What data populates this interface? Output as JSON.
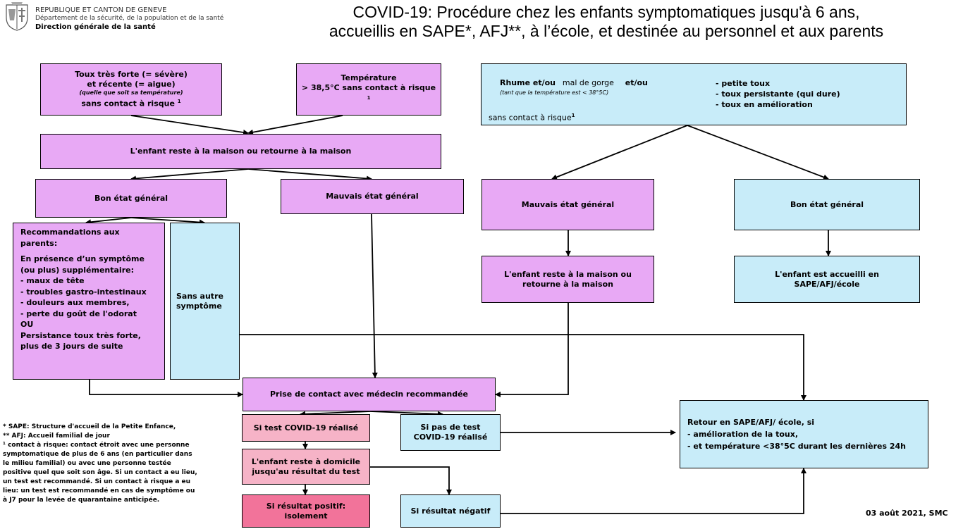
{
  "header": {
    "institution_lines": [
      "REPUBLIQUE ET CANTON DE GENEVE",
      "Département de la sécurité, de la population et de la santé",
      "Direction générale de la santé"
    ],
    "title_lines": [
      "COVID-19: Procédure chez les enfants symptomatiques jusqu'à 6 ans,",
      "accueillis en SAPE*, AFJ**, à l’école, et destinée au personnel et aux parents"
    ]
  },
  "boxes": {
    "toux": {
      "l1": "Toux très forte (= sévère)",
      "l2": "et récente (= aigue)",
      "l3": "(quelle que soit sa température)",
      "l4": "sans contact à risque ",
      "sup": "1"
    },
    "temp": {
      "l1": "Température",
      "l2": "> 38,5°C sans contact à risque ",
      "sup": "1"
    },
    "rhume": {
      "a": "Rhume et/ou",
      "b": "mal de gorge",
      "c": "et/ou",
      "note": "(tant que la température est < 38°5C)",
      "contact": "sans contact à risque",
      "sup": "1",
      "list": [
        "- petite toux",
        "- toux persistante (qui dure)",
        "- toux en amélioration"
      ]
    },
    "reste_maison": "L'enfant reste à la maison ou retourne à la maison",
    "bon_etat_left": "Bon état général",
    "mauvais_etat_left": "Mauvais état général",
    "mauvais_etat_right": "Mauvais état général",
    "bon_etat_right": "Bon état général",
    "recommandations": [
      "Recommandations aux",
      "parents:",
      "",
      "En présence d’un symptôme",
      "(ou plus) supplémentaire:",
      "- maux de tête",
      "- troubles gastro-intestinaux",
      "- douleurs aux membres,",
      "- perte du goût de l'odorat",
      "OU",
      "Persistance toux très forte,",
      "plus de 3 jours de suite"
    ],
    "sans_autre": [
      "Sans autre",
      "symptôme"
    ],
    "reste_maison_2": [
      "L'enfant reste à la maison ou",
      "retourne à la maison"
    ],
    "accueilli": [
      "L'enfant est accueilli en",
      "SAPE/AFJ/école"
    ],
    "prise_contact": "Prise de contact avec médecin recommandée",
    "test_realise": "Si test COVID-19 réalisé",
    "pas_test": [
      "Si pas de test",
      "COVID-19 réalisé"
    ],
    "retour": [
      "Retour en SAPE/AFJ/ école, si",
      "- amélioration de la toux,",
      "- et température <38°5C durant les dernières 24h"
    ],
    "domicile": [
      "L'enfant reste à domicile",
      "jusqu'au résultat du test"
    ],
    "positif": [
      "Si résultat positif:",
      "isolement"
    ],
    "negatif": "Si résultat négatif"
  },
  "footnotes": [
    "* SAPE: Structure d'accueil de la Petite Enfance,",
    "** AFJ: Accueil familial de jour",
    "¹ contact à risque: contact étroit avec une personne",
    "symptomatique de plus de 6 ans (en particulier dans",
    "le milieu familial) ou avec une personne testée",
    "positive quel que soit son âge. Si un contact a eu lieu,",
    "un test est recommandé. Si un contact à risque a eu",
    "lieu: un test est recommandé en cas de symptôme ou",
    "à J7 pour la levée de quarantaine anticipée."
  ],
  "date_signature": "03 août 2021, SMC",
  "colors": {
    "purple": "#e8a9f5",
    "blue": "#c8ecf9",
    "pink": "#f6b3c7",
    "hotpink": "#f2739a"
  },
  "icons": {
    "logo": "geneva-coat-of-arms-icon"
  }
}
